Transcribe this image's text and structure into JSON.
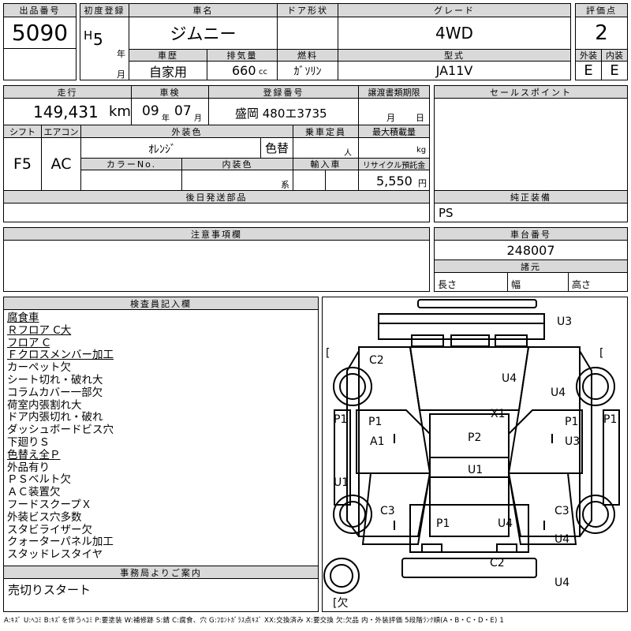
{
  "header": {
    "lot_label": "出品番号",
    "lot_value": "5090",
    "first_reg_label": "初度登録",
    "era": "H",
    "year_num": "5",
    "year_unit": "年",
    "month_unit": "月",
    "car_name_label": "車名",
    "car_name": "ジムニー",
    "door_label": "ドア形状",
    "door_value": "",
    "grade_label": "グレード",
    "grade_value": "4WD",
    "score_label": "評価点",
    "score_value": "2",
    "history_label": "車歴",
    "history_value": "自家用",
    "displacement_label": "排気量",
    "displacement_value": "660",
    "displacement_unit": "cc",
    "fuel_label": "燃料",
    "fuel_value": "ｶﾞｿﾘﾝ",
    "model_label": "型式",
    "model_value": "JA11V",
    "exterior_label": "外装",
    "exterior_value": "E",
    "interior_label": "内装",
    "interior_value": "E"
  },
  "row2": {
    "mileage_label": "走行",
    "mileage_value": "149,431",
    "mileage_unit": "km",
    "inspection_label": "車検",
    "inspection_year": "09",
    "inspection_year_unit": "年",
    "inspection_month": "07",
    "inspection_month_unit": "月",
    "reg_no_label": "登録番号",
    "reg_no_value": "盛岡 480エ3735",
    "transfer_label": "譲渡書類期限",
    "transfer_month": "月",
    "transfer_day": "日",
    "sales_point_label": "セールスポイント"
  },
  "row3": {
    "shift_label": "シフト",
    "shift_value": "F5",
    "ac_label": "エアコン",
    "ac_value": "AC",
    "ext_color_label": "外装色",
    "ext_color_value": "ｵﾚﾝｼﾞ",
    "color_change": "色替",
    "capacity_label": "乗車定員",
    "capacity_unit": "人",
    "max_load_label": "最大積載量",
    "max_load_unit": "kg",
    "color_no_label": "カラーNo.",
    "int_color_label": "内装色",
    "int_color_unit": "系",
    "import_label": "輸入車",
    "recycle_label": "リサイクル預託金",
    "recycle_value": "5,550",
    "recycle_unit": "円",
    "later_parts_label": "後日発送部品",
    "genuine_label": "純正装備",
    "genuine_value": "PS"
  },
  "notes": {
    "caution_label": "注意事項欄",
    "chassis_label": "車台番号",
    "chassis_value": "248007",
    "specs_label": "諸元",
    "length_label": "長さ",
    "width_label": "幅",
    "height_label": "高さ"
  },
  "inspector": {
    "title": "検査員記入欄",
    "lines": [
      {
        "text": "腐食車",
        "u": true
      },
      {
        "text": "Ｒフロア С大",
        "u": true
      },
      {
        "text": "フロア С",
        "u": true
      },
      {
        "text": "Ｆクロスメンバー加工",
        "u": true
      },
      {
        "text": "カーペット欠",
        "u": false
      },
      {
        "text": "シート切れ・破れ大",
        "u": false
      },
      {
        "text": "コラムカバー一部欠",
        "u": false
      },
      {
        "text": "荷室内張割れ大",
        "u": false
      },
      {
        "text": "ドア内張切れ・破れ",
        "u": false
      },
      {
        "text": "ダッシュボードビス穴",
        "u": false
      },
      {
        "text": "下廻りＳ",
        "u": false
      },
      {
        "text": "色替え全Ｐ",
        "u": true
      },
      {
        "text": "外品有り",
        "u": false
      },
      {
        "text": "ＰＳベルト欠",
        "u": false
      },
      {
        "text": "ＡＣ装置欠",
        "u": false
      },
      {
        "text": "フードスクープＸ",
        "u": false
      },
      {
        "text": "外装ビス穴多数",
        "u": false
      },
      {
        "text": "スタビライザー欠",
        "u": false
      },
      {
        "text": "クォーターパネル加工",
        "u": false
      },
      {
        "text": "スタッドレスタイヤ",
        "u": false
      }
    ],
    "office_label": "事務局よりご案内",
    "office_value": "売切りスタート"
  },
  "diagram": {
    "marks": {
      "u3_top": "U3",
      "c2_fl": "C2",
      "u4_hood": "U4",
      "u4_fr": "U4",
      "p1_left": "P1",
      "p1_door_l": "P1",
      "a1_door_l": "A1",
      "x1_roof": "X1",
      "p1_door_r": "P1",
      "u3_door_r": "U3",
      "p1_right": "P1",
      "p2_roof": "P2",
      "u1_roof": "U1",
      "u1_left": "U1",
      "c3_rl": "C3",
      "c3_rr": "C3",
      "p1_rear": "P1",
      "u4_rear": "U4",
      "u4_rr": "U4",
      "c2_bumper": "C2",
      "u4_bottom": "U4"
    },
    "bracket": "[",
    "bracket_r": "[",
    "ketsu": "[欠"
  },
  "legend": "A:ｷｽﾞ U:ﾍｺﾐ B:ｷｽﾞを伴うﾍｺﾐ P:要塗装 W:補修跡 S:錆 C:腐食、穴 G:ﾌﾛﾝﾄｶﾞﾗｽ点ｷｽﾞ XX:交換済み X:要交換 欠:欠品 内・外装評価 5段階ﾗﾝｸ順(A・B・C・D・E) 1"
}
